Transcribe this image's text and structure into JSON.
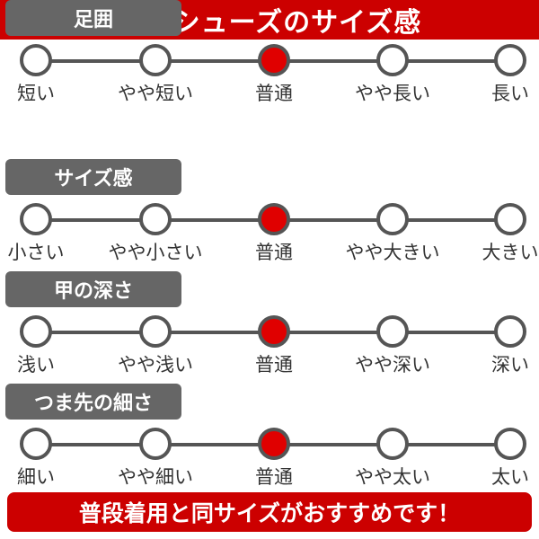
{
  "title": "このシューズのサイズ感",
  "sections": [
    {
      "label": "サイズ感",
      "points": [
        "小さい",
        "やや小さい",
        "普通",
        "やや大きい",
        "大きい"
      ],
      "selected": "普通"
    },
    {
      "label": "甲の深さ",
      "points": [
        "浅い",
        "やや浅い",
        "普通",
        "やや深い",
        "深い"
      ],
      "selected": "普通"
    },
    {
      "label": "つま先の細さ",
      "points": [
        "細い",
        "やや細い",
        "普通",
        "やや太い",
        "太い"
      ],
      "selected": "普通"
    },
    {
      "label": "足囲",
      "points": [
        "短い",
        "やや短い",
        "普通",
        "やや長い",
        "長い"
      ],
      "selected": "普通"
    }
  ],
  "footer": "普段着用と同サイズがおすすめです！",
  "colors": {
    "accent": "#cc0000",
    "label_bg": "#666666",
    "marker_active": "#e00000",
    "line": "#555555"
  }
}
